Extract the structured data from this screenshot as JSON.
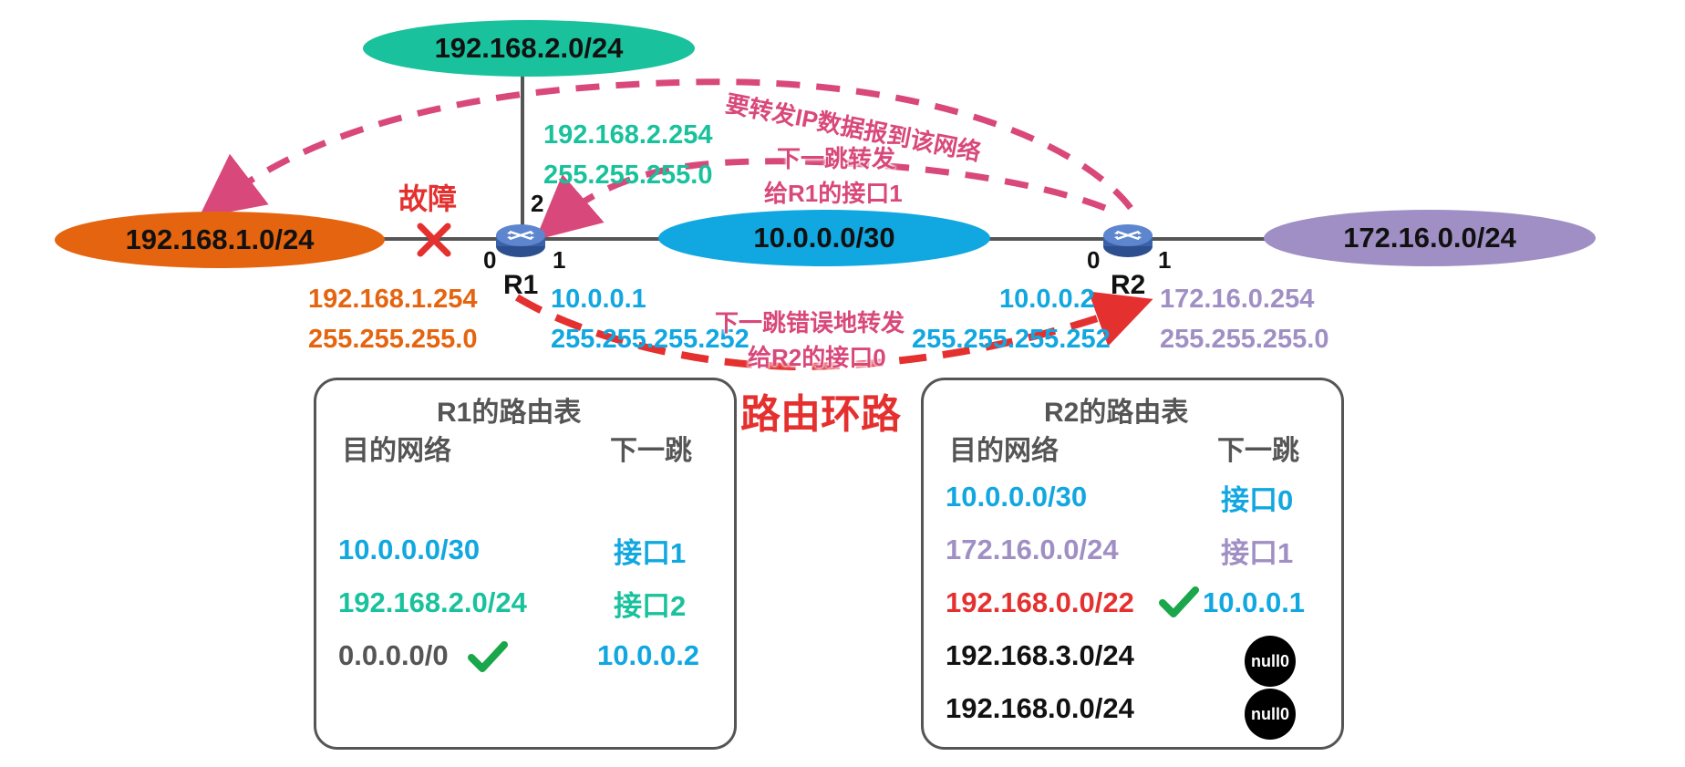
{
  "colors": {
    "net_192_168_2": "#19c29c",
    "net_192_168_1": "#e5640f",
    "net_10_0_0": "#11a7e0",
    "net_172_16": "#a08fc4",
    "annotation": "#d9487a",
    "fault": "#e53030",
    "loop_red": "#e53030",
    "check": "#1aa64a",
    "panel_border": "#555555"
  },
  "networks": {
    "top": "192.168.2.0/24",
    "left": "192.168.1.0/24",
    "middle": "10.0.0.0/30",
    "right": "172.16.0.0/24"
  },
  "routers": {
    "r1": {
      "name": "R1",
      "port0": "0",
      "port1": "1",
      "port2": "2"
    },
    "r2": {
      "name": "R2",
      "port0": "0",
      "port1": "1"
    }
  },
  "interfaces": {
    "r1_if2_ip": "192.168.2.254",
    "r1_if2_mask": "255.255.255.0",
    "r1_if0_ip": "192.168.1.254",
    "r1_if0_mask": "255.255.255.0",
    "r1_if1_ip": "10.0.0.1",
    "r1_if1_mask": "255.255.255.252",
    "r2_if0_ip": "10.0.0.2",
    "r2_if0_mask": "255.255.255.252",
    "r2_if1_ip": "172.16.0.254",
    "r2_if1_mask": "255.255.255.0"
  },
  "annotations": {
    "fault": "故障",
    "forward_to_net": "要转发IP数据报到该网络",
    "next_hop_line1": "下一跳转发",
    "next_hop_line2": "给R1的接口1",
    "wrong_line1": "下一跳错误地转发",
    "wrong_line2": "给R2的接口0",
    "loop": "路由环路"
  },
  "r1_table": {
    "title": "R1的路由表",
    "col_dest": "目的网络",
    "col_next": "下一跳",
    "rows": [
      {
        "dest": "10.0.0.0/30",
        "next": "接口1"
      },
      {
        "dest": "192.168.2.0/24",
        "next": "接口2"
      },
      {
        "dest": "0.0.0.0/0",
        "next": "10.0.0.2"
      }
    ]
  },
  "r2_table": {
    "title": "R2的路由表",
    "col_dest": "目的网络",
    "col_next": "下一跳",
    "rows": [
      {
        "dest": "10.0.0.0/30",
        "next": "接口0"
      },
      {
        "dest": "172.16.0.0/24",
        "next": "接口1"
      },
      {
        "dest": "192.168.0.0/22",
        "next": "10.0.0.1"
      },
      {
        "dest": "192.168.3.0/24",
        "next": "null0"
      },
      {
        "dest": "192.168.0.0/24",
        "next": "null0"
      }
    ]
  }
}
